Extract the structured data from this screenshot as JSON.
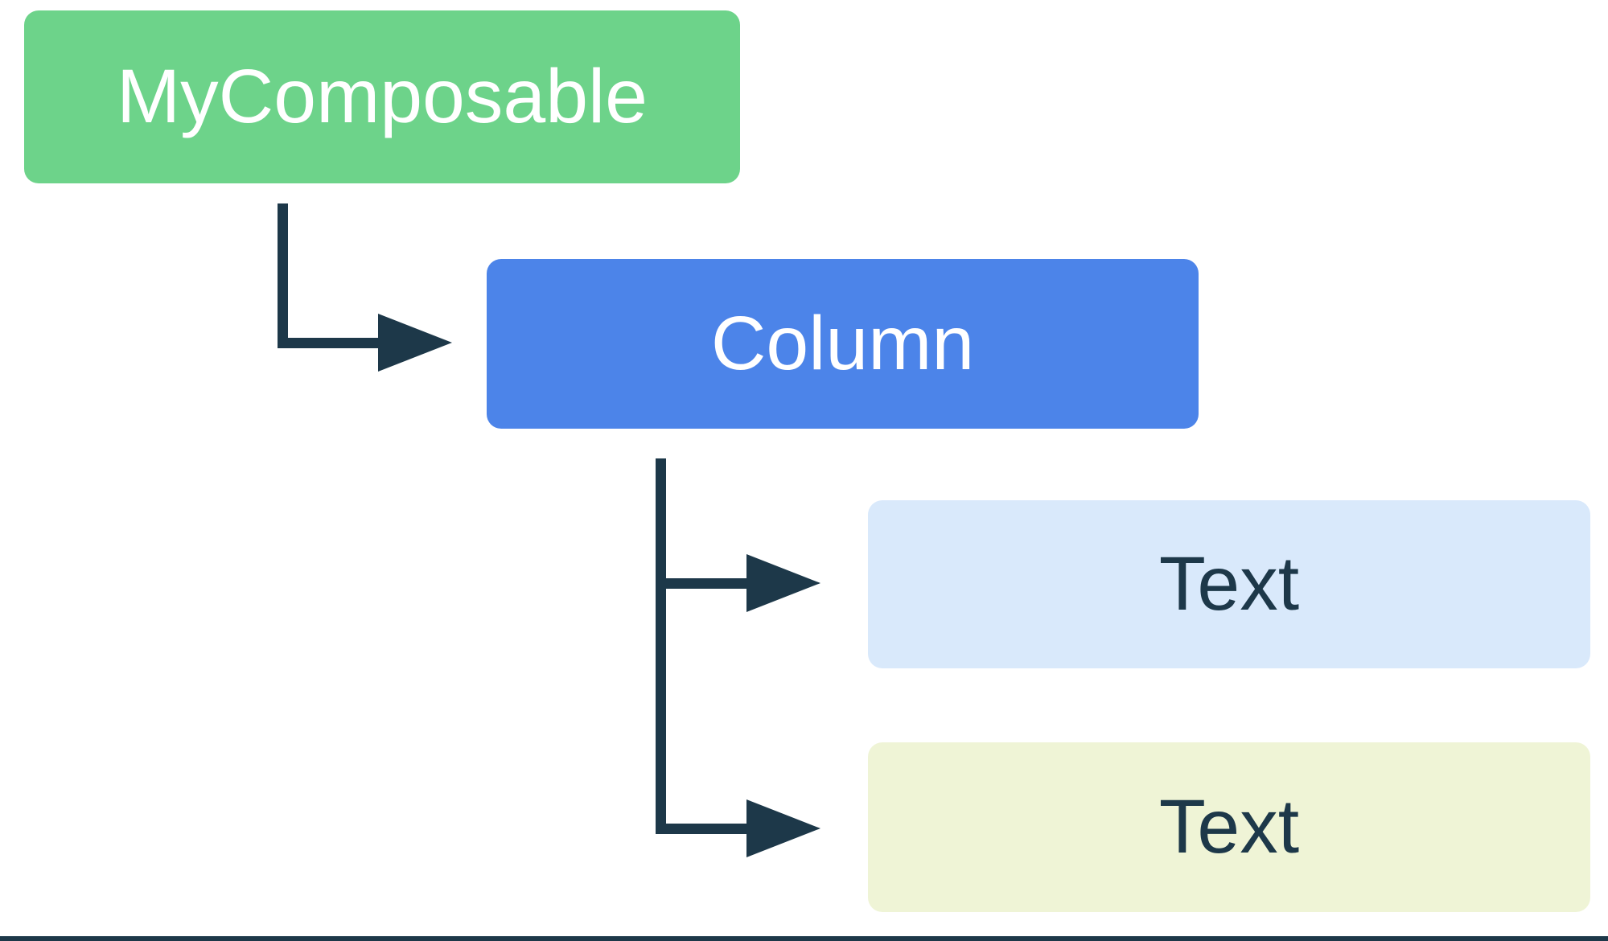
{
  "diagram": {
    "type": "tree",
    "colors": {
      "background": "#ffffff",
      "connector": "#1d3849",
      "node_green": "#6dd38a",
      "node_blue": "#4c84e9",
      "node_light_blue": "#d9e9fb",
      "node_pale_yellow": "#eff4d6",
      "label_light": "#ffffff",
      "label_dark": "#1d3849"
    },
    "nodes": [
      {
        "id": "mycomposable",
        "label": "MyComposable",
        "bg": "#6dd38a",
        "fg": "#ffffff"
      },
      {
        "id": "column",
        "label": "Column",
        "bg": "#4c84e9",
        "fg": "#ffffff"
      },
      {
        "id": "text-1",
        "label": "Text",
        "bg": "#d9e9fb",
        "fg": "#1d3849"
      },
      {
        "id": "text-2",
        "label": "Text",
        "bg": "#eff4d6",
        "fg": "#1d3849"
      }
    ],
    "edges": [
      {
        "from": "mycomposable",
        "to": "column"
      },
      {
        "from": "column",
        "to": "text-1"
      },
      {
        "from": "column",
        "to": "text-2"
      }
    ]
  }
}
